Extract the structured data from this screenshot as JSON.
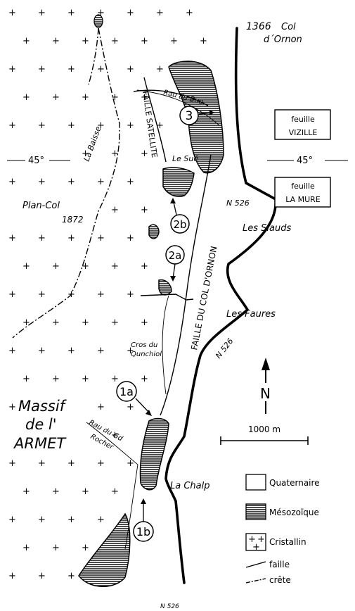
{
  "labels": {
    "col_altitude": "1366",
    "col_name_1": "Col",
    "col_name_2": "d´Ornon",
    "rau_buo": "Rau du Buo",
    "faille_satellite": "FAILLE SATELLITE",
    "la_baisse": "La Baisse",
    "le_sue": "Le Sué",
    "plan_col": "Plan-Col",
    "plan_col_alt": "1872",
    "lat_left": "45°",
    "lat_right": "45°",
    "road_n526_top": "N 526",
    "road_n526_mid": "N 526",
    "road_n526_bottom": "N 526",
    "les_siauds": "Les Siauds",
    "les_faures": "Les Faures",
    "faille_col_ornon": "FAILLE DU COL D'ORNON",
    "cros_1": "Cros du",
    "cros_2": "Qunchiol",
    "massif_1": "Massif",
    "massif_2": "de l'",
    "massif_3": "ARMET",
    "rau_gd_rocher_1": "Rau du Gd",
    "rau_gd_rocher_2": "Rocher",
    "la_chalp": "La Chalp"
  },
  "sheets": {
    "vizille_1": "feuille",
    "vizille_2": "VIZILLE",
    "la_mure_1": "feuille",
    "la_mure_2": "LA MURE"
  },
  "sites": [
    "3",
    "2b",
    "2a",
    "1a",
    "1b"
  ],
  "north_label": "N",
  "scale_label": "1000 m",
  "legend": {
    "quaternaire": "Quaternaire",
    "mesozoique": "Mésozoïque",
    "cristallin": "Cristallin",
    "faille": "faille",
    "crete": "crête"
  }
}
